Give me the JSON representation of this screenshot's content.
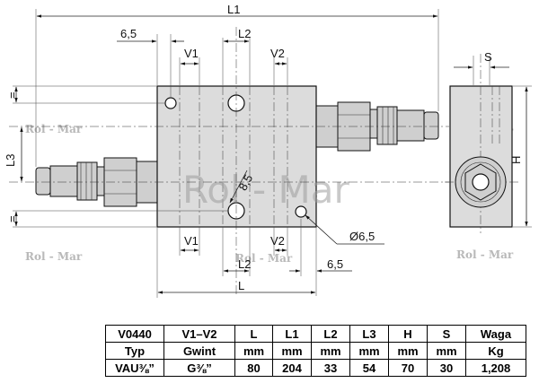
{
  "drawing": {
    "labels": {
      "L1": "L1",
      "L2": "L2",
      "L": "L",
      "L3": "L3",
      "H": "H",
      "S": "S",
      "V1": "V1",
      "V2": "V2",
      "dim_6_5": "6,5",
      "dim_8_5": "8,5",
      "dim_dia": "Ø6,5",
      "eq": "="
    },
    "watermarks": {
      "small": "Rol - Mar",
      "big": "Rol - Mar"
    }
  },
  "table": {
    "rows": [
      [
        "V0440",
        "V1–V2",
        "L",
        "L1",
        "L2",
        "L3",
        "H",
        "S",
        "Waga"
      ],
      [
        "Typ",
        "Gwint",
        "mm",
        "mm",
        "mm",
        "mm",
        "mm",
        "mm",
        "Kg"
      ],
      [
        "VAU⅜”",
        "G⅜”",
        "80",
        "204",
        "33",
        "54",
        "70",
        "30",
        "1,208"
      ]
    ]
  }
}
